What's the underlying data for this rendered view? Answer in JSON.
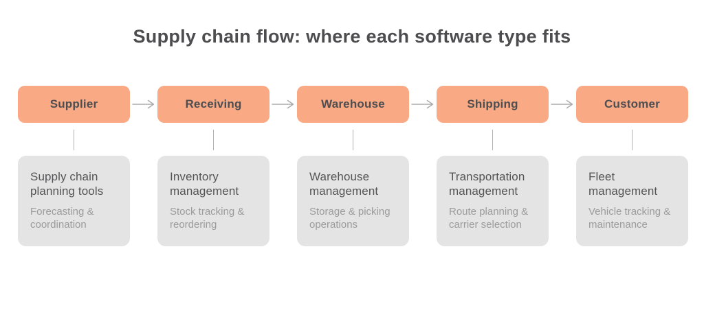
{
  "title": "Supply chain flow: where each software type fits",
  "colors": {
    "stage_box_bg": "#f9aa85",
    "stage_label_text": "#4e4e50",
    "title_text": "#4d4d4f",
    "card_bg": "#e4e4e4",
    "card_heading_text": "#545456",
    "card_subtitle_text": "#9b9b9b",
    "arrow_and_connector": "#b0b0b0",
    "page_bg": "#ffffff"
  },
  "icons": {
    "flow_arrow": "right-arrow"
  },
  "stages": [
    {
      "label": "Supplier",
      "software": "Supply chain planning tools",
      "description": "Forecasting & coordination"
    },
    {
      "label": "Receiving",
      "software": "Inventory management",
      "description": "Stock tracking & reordering"
    },
    {
      "label": "Warehouse",
      "software": "Warehouse management",
      "description": "Storage & picking operations"
    },
    {
      "label": "Shipping",
      "software": "Transportation management",
      "description": "Route planning & carrier selection"
    },
    {
      "label": "Customer",
      "software": "Fleet management",
      "description": "Vehicle tracking & maintenance"
    }
  ]
}
